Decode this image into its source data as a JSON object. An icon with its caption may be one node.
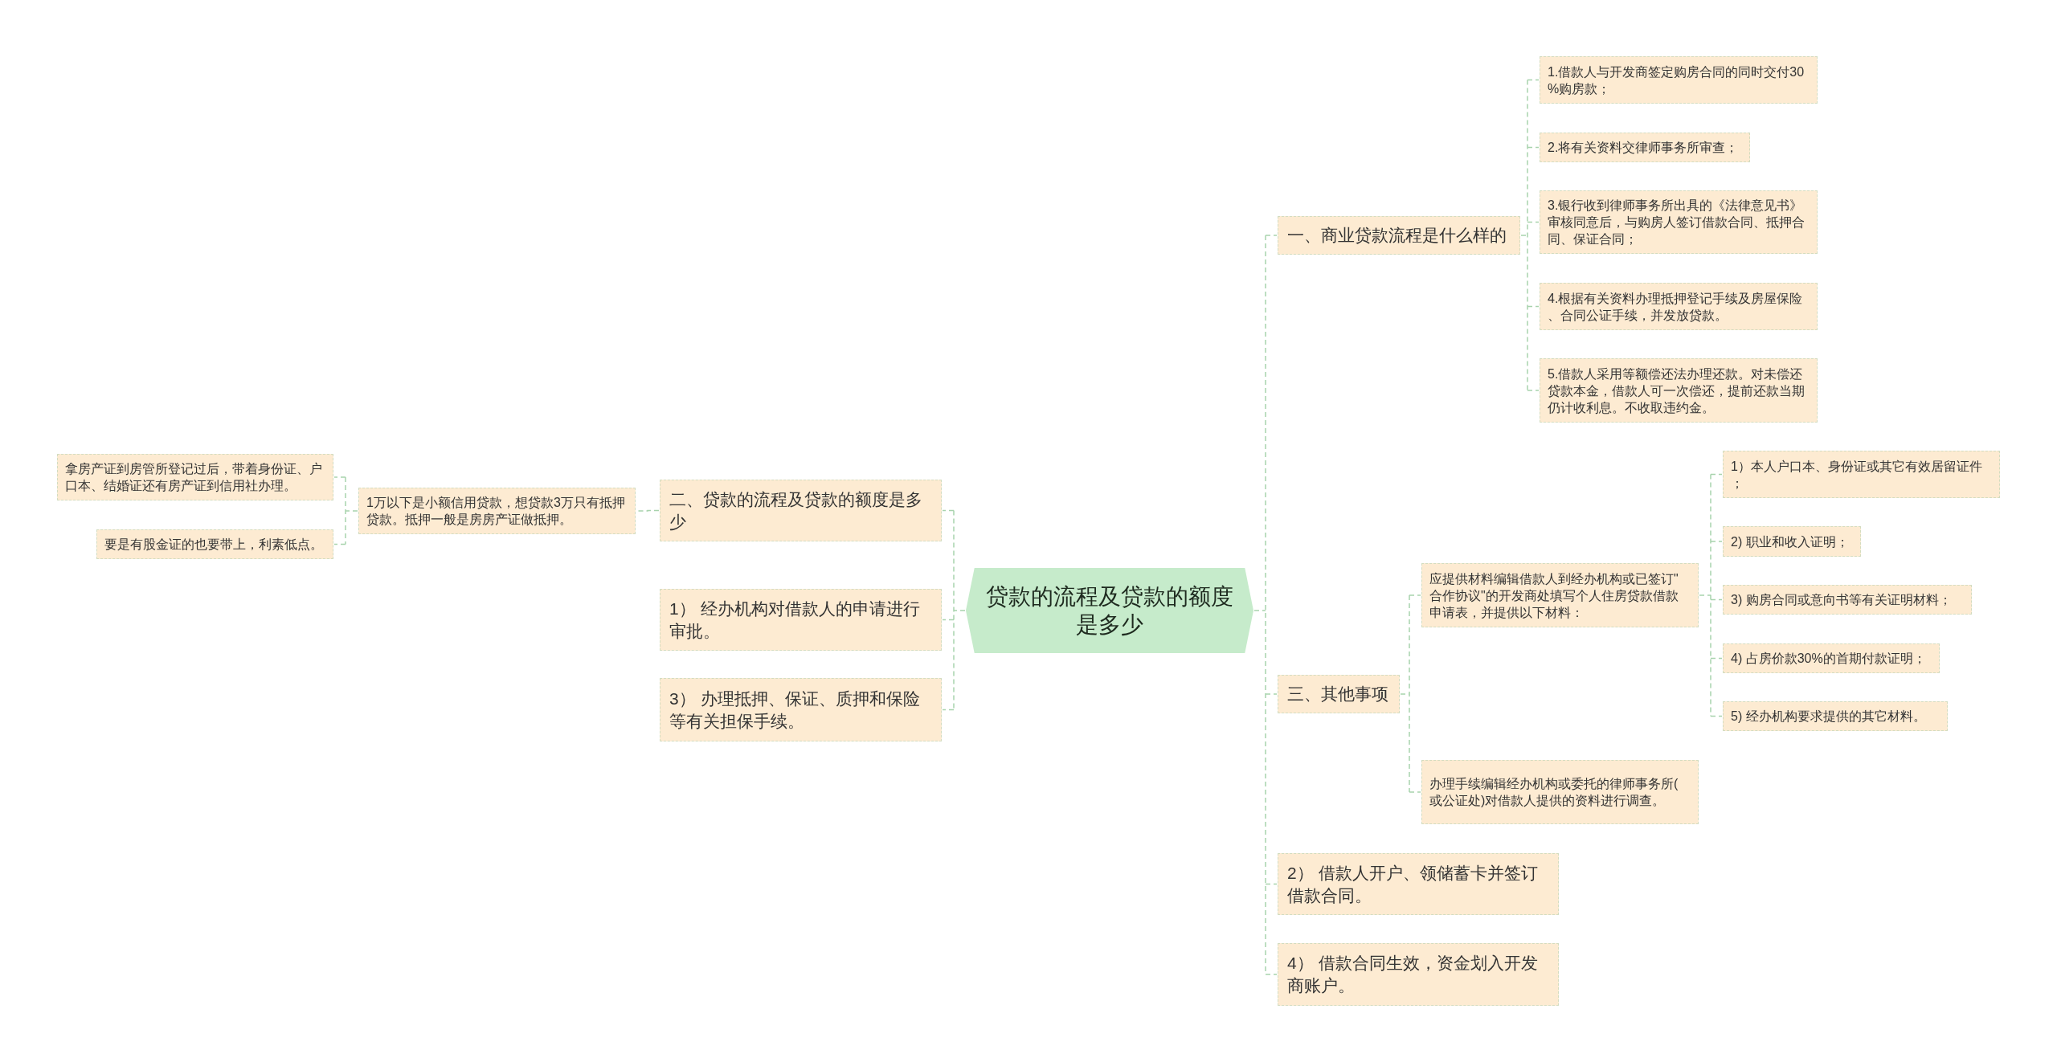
{
  "diagram": {
    "nodes": [
      {
        "text": [
          "贷款的流程及贷款的额度是多少"
        ]
      },
      {
        "text": [
          "一、商业贷款流程是什么样的"
        ]
      },
      {
        "text": [
          "1.借款人与开发商签定购房合同的同时交付30%购房款；"
        ]
      },
      {
        "text": [
          "2.将有关资料交律师事务所审查；"
        ]
      },
      {
        "text": [
          "3.银行收到律师事务所出具的《法律意见书》审核同意后，与购房人签订借款合同、抵押合同、保证合同；"
        ]
      },
      {
        "text": [
          "4.根据有关资料办理抵押登记手续及房屋保险、合同公证手续，并发放贷款。"
        ]
      },
      {
        "text": [
          "5.借款人采用等额偿还法办理还款。对未偿还贷款本金，借款人可一次偿还，提前还款当期仍计收利息。不收取违约金。"
        ]
      },
      {
        "text": [
          "三、其他事项"
        ]
      },
      {
        "text": [
          "应提供材料编辑借款人到经办机构或已签订\"合作协议\"的开发商处填写个人住房贷款借款申请表，并提供以下材料："
        ]
      },
      {
        "text": [
          "1）本人户口本、身份证或其它有效居留证件；"
        ]
      },
      {
        "text": [
          "2) 职业和收入证明；"
        ]
      },
      {
        "text": [
          "3) 购房合同或意向书等有关证明材料；"
        ]
      },
      {
        "text": [
          "4) 占房价款30%的首期付款证明；"
        ]
      },
      {
        "text": [
          "5) 经办机构要求提供的其它材料。"
        ]
      },
      {
        "text": [
          "办理手续编辑经办机构或委托的律师事务所(或公证处)对借款人提供的资料进行调查。"
        ]
      },
      {
        "text": [
          "2） 借款人开户、领储蓄卡并签订借款合同。"
        ]
      },
      {
        "text": [
          "4） 借款合同生效，资金划入开发商账户。"
        ]
      },
      {
        "text": [
          "二、贷款的流程及贷款的额度是多少"
        ]
      },
      {
        "text": [
          "1万以下是小额信用贷款，想贷款3万只有抵押贷款。抵押一般是房房产证做抵押。"
        ]
      },
      {
        "text": [
          "拿房产证到房管所登记过后，带着身份证、户口本、结婚证还有房产证到信用社办理。"
        ]
      },
      {
        "text": [
          "要是有股金证的也要带上，利素低点。"
        ]
      },
      {
        "text": [
          "1） 经办机构对借款人的申请进行审批。"
        ]
      },
      {
        "text": [
          "3） 办理抵押、保证、质押和保险等有关担保手续。"
        ]
      }
    ],
    "edges": [
      {
        "from": 0,
        "to": 1,
        "arrow": "none",
        "style": "dashed"
      },
      {
        "from": 1,
        "to": 2,
        "arrow": "none",
        "style": "dashed"
      },
      {
        "from": 1,
        "to": 3,
        "arrow": "none",
        "style": "dashed"
      },
      {
        "from": 1,
        "to": 4,
        "arrow": "none",
        "style": "dashed"
      },
      {
        "from": 1,
        "to": 5,
        "arrow": "none",
        "style": "dashed"
      },
      {
        "from": 1,
        "to": 6,
        "arrow": "none",
        "style": "dashed"
      },
      {
        "from": 0,
        "to": 7,
        "arrow": "none",
        "style": "dashed"
      },
      {
        "from": 7,
        "to": 8,
        "arrow": "none",
        "style": "dashed"
      },
      {
        "from": 8,
        "to": 9,
        "arrow": "none",
        "style": "dashed"
      },
      {
        "from": 8,
        "to": 10,
        "arrow": "none",
        "style": "dashed"
      },
      {
        "from": 8,
        "to": 11,
        "arrow": "none",
        "style": "dashed"
      },
      {
        "from": 8,
        "to": 12,
        "arrow": "none",
        "style": "dashed"
      },
      {
        "from": 8,
        "to": 13,
        "arrow": "none",
        "style": "dashed"
      },
      {
        "from": 7,
        "to": 14,
        "arrow": "none",
        "style": "dashed"
      },
      {
        "from": 0,
        "to": 15,
        "arrow": "none",
        "style": "dashed"
      },
      {
        "from": 0,
        "to": 16,
        "arrow": "none",
        "style": "dashed"
      },
      {
        "from": 0,
        "to": 17,
        "arrow": "none",
        "style": "dashed"
      },
      {
        "from": 17,
        "to": 18,
        "arrow": "none",
        "style": "dashed"
      },
      {
        "from": 18,
        "to": 19,
        "arrow": "none",
        "style": "dashed"
      },
      {
        "from": 18,
        "to": 20,
        "arrow": "none",
        "style": "dashed"
      },
      {
        "from": 0,
        "to": 21,
        "arrow": "none",
        "style": "dashed"
      },
      {
        "from": 0,
        "to": 22,
        "arrow": "none",
        "style": "dashed"
      }
    ]
  }
}
